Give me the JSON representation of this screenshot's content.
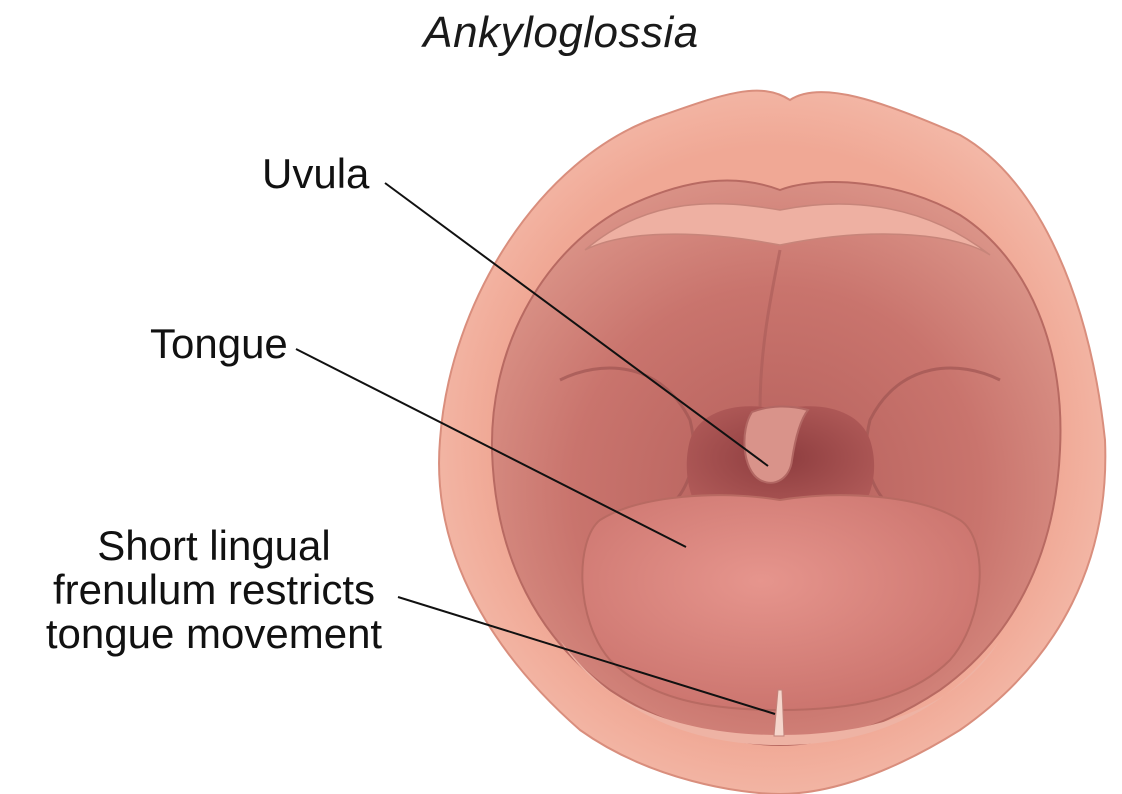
{
  "title": "Ankyloglossia",
  "labels": {
    "uvula": "Uvula",
    "tongue": "Tongue",
    "frenulum_line1": "Short lingual",
    "frenulum_line2": "frenulum restricts",
    "frenulum_line3": "tongue movement"
  },
  "colors": {
    "lip": "#f2b09d",
    "lip_highlight": "#f8cdbf",
    "gum": "#e8a292",
    "palate": "#c9736c",
    "throat": "#a84e4e",
    "tongue": "#d47f78",
    "leader_line": "#111111"
  }
}
